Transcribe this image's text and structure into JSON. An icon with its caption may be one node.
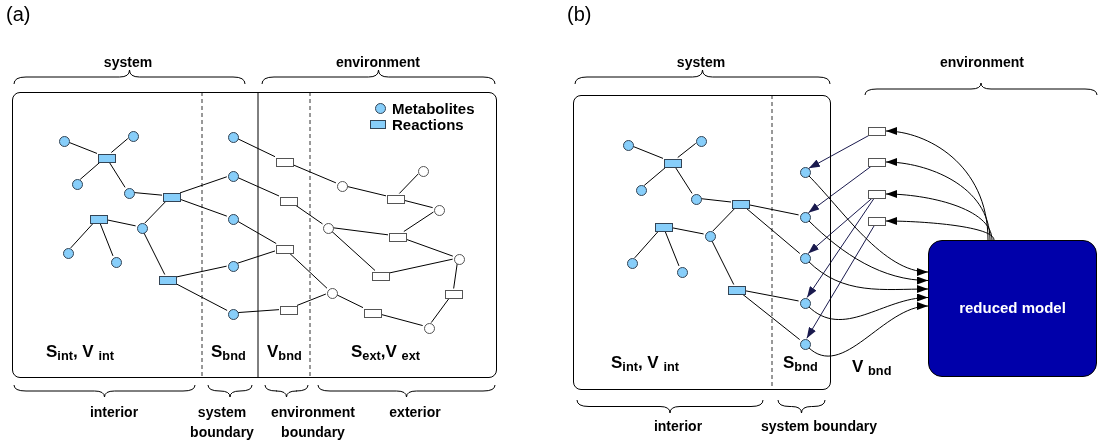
{
  "diagram": {
    "nodes": [
      {
        "text": [
          "S$_{int}$, V $_{int}$",
          "S$_{bnd}$",
          "V$_{bnd}$",
          "S$_{ext}$,V $_{ext}$"
        ]
      },
      {
        "text": [],
        "shape": "circle",
        "in": 0
      },
      {
        "text": [],
        "shape": "circle",
        "in": 0
      },
      {
        "text": [],
        "shape": "circle",
        "in": 0
      },
      {
        "text": [],
        "shape": "circle",
        "in": 0
      },
      {
        "text": [],
        "shape": "circle",
        "in": 0
      },
      {
        "text": [],
        "shape": "circle",
        "in": 0
      },
      {
        "text": [],
        "shape": "circle",
        "in": 0
      },
      {
        "text": [],
        "shape": "box",
        "in": 0
      },
      {
        "text": [],
        "shape": "box",
        "in": 0
      },
      {
        "text": [],
        "shape": "box",
        "in": 0
      },
      {
        "text": [],
        "shape": "box",
        "in": 0
      },
      {
        "text": [],
        "shape": "circle",
        "in": 0
      },
      {
        "text": [],
        "shape": "circle",
        "in": 0
      },
      {
        "text": [],
        "shape": "circle",
        "in": 0
      },
      {
        "text": [],
        "shape": "circle",
        "in": 0
      },
      {
        "text": [],
        "shape": "circle",
        "in": 0
      },
      {
        "text": [],
        "shape": "box",
        "in": 0
      },
      {
        "text": [],
        "shape": "box",
        "in": 0
      },
      {
        "text": [],
        "shape": "box",
        "in": 0
      },
      {
        "text": [],
        "shape": "box",
        "in": 0
      },
      {
        "text": [],
        "shape": "circle",
        "in": 0
      },
      {
        "text": [],
        "shape": "circle",
        "in": 0
      },
      {
        "text": [],
        "shape": "circle",
        "in": 0
      },
      {
        "text": [],
        "shape": "circle",
        "in": 0
      },
      {
        "text": [],
        "shape": "circle",
        "in": 0
      },
      {
        "text": [],
        "shape": "circle",
        "in": 0
      },
      {
        "text": [],
        "shape": "circle",
        "in": 0
      },
      {
        "text": [],
        "shape": "box",
        "in": 0
      },
      {
        "text": [],
        "shape": "box",
        "in": 0
      },
      {
        "text": [],
        "shape": "box",
        "in": 0
      },
      {
        "text": [],
        "shape": "box",
        "in": 0
      },
      {
        "text": [],
        "shape": "box",
        "in": 0
      },
      {
        "text": [
          "S$_{int}$, V $_{int}$",
          "S$_{bnd}$"
        ]
      },
      {
        "text": [],
        "shape": "circle",
        "in": 33
      },
      {
        "text": [],
        "shape": "circle",
        "in": 33
      },
      {
        "text": [],
        "shape": "circle",
        "in": 33
      },
      {
        "text": [],
        "shape": "circle",
        "in": 33
      },
      {
        "text": [],
        "shape": "circle",
        "in": 33
      },
      {
        "text": [],
        "shape": "circle",
        "in": 33
      },
      {
        "text": [],
        "shape": "circle",
        "in": 33
      },
      {
        "text": [],
        "shape": "box",
        "in": 33
      },
      {
        "text": [],
        "shape": "box",
        "in": 33
      },
      {
        "text": [],
        "shape": "box",
        "in": 33
      },
      {
        "text": [],
        "shape": "box",
        "in": 33
      },
      {
        "text": [],
        "shape": "circle",
        "in": 33
      },
      {
        "text": [],
        "shape": "circle",
        "in": 33
      },
      {
        "text": [],
        "shape": "circle",
        "in": 33
      },
      {
        "text": [],
        "shape": "circle",
        "in": 33
      },
      {
        "text": [],
        "shape": "circle",
        "in": 33
      },
      {
        "text": [],
        "shape": "box"
      },
      {
        "text": [],
        "shape": "box"
      },
      {
        "text": [],
        "shape": "box"
      },
      {
        "text": [],
        "shape": "box"
      },
      {
        "text": [
          "reduced model"
        ]
      }
    ],
    "edges": [
      {
        "from": 1,
        "to": 8,
        "arrow": "none"
      },
      {
        "from": 2,
        "to": 8,
        "arrow": "none"
      },
      {
        "from": 3,
        "to": 8,
        "arrow": "none"
      },
      {
        "from": 8,
        "to": 4,
        "arrow": "none"
      },
      {
        "from": 4,
        "to": 9,
        "arrow": "none"
      },
      {
        "from": 9,
        "to": 7,
        "arrow": "none"
      },
      {
        "from": 9,
        "to": 13,
        "arrow": "none"
      },
      {
        "from": 9,
        "to": 14,
        "arrow": "none"
      },
      {
        "from": 10,
        "to": 7,
        "arrow": "none"
      },
      {
        "from": 10,
        "to": 5,
        "arrow": "none"
      },
      {
        "from": 10,
        "to": 6,
        "arrow": "none"
      },
      {
        "from": 7,
        "to": 11,
        "arrow": "none"
      },
      {
        "from": 11,
        "to": 15,
        "arrow": "none"
      },
      {
        "from": 11,
        "to": 16,
        "arrow": "none"
      },
      {
        "from": 12,
        "to": 17,
        "arrow": "none"
      },
      {
        "from": 13,
        "to": 18,
        "arrow": "none"
      },
      {
        "from": 14,
        "to": 19,
        "arrow": "none"
      },
      {
        "from": 15,
        "to": 19,
        "arrow": "none"
      },
      {
        "from": 16,
        "to": 20,
        "arrow": "none"
      },
      {
        "from": 17,
        "to": 21,
        "arrow": "none"
      },
      {
        "from": 21,
        "to": 28,
        "arrow": "none"
      },
      {
        "from": 28,
        "to": 24,
        "arrow": "none"
      },
      {
        "from": 28,
        "to": 25,
        "arrow": "none"
      },
      {
        "from": 18,
        "to": 22,
        "arrow": "none"
      },
      {
        "from": 22,
        "to": 29,
        "arrow": "none"
      },
      {
        "from": 29,
        "to": 25,
        "arrow": "none"
      },
      {
        "from": 29,
        "to": 26,
        "arrow": "none"
      },
      {
        "from": 22,
        "to": 30,
        "arrow": "none"
      },
      {
        "from": 30,
        "to": 26,
        "arrow": "none"
      },
      {
        "from": 26,
        "to": 31,
        "arrow": "none"
      },
      {
        "from": 31,
        "to": 27,
        "arrow": "none"
      },
      {
        "from": 19,
        "to": 23,
        "arrow": "none"
      },
      {
        "from": 20,
        "to": 23,
        "arrow": "none"
      },
      {
        "from": 23,
        "to": 32,
        "arrow": "none"
      },
      {
        "from": 32,
        "to": 27,
        "arrow": "none"
      },
      {
        "from": 34,
        "to": 41,
        "arrow": "none"
      },
      {
        "from": 35,
        "to": 41,
        "arrow": "none"
      },
      {
        "from": 36,
        "to": 41,
        "arrow": "none"
      },
      {
        "from": 41,
        "to": 37,
        "arrow": "none"
      },
      {
        "from": 37,
        "to": 42,
        "arrow": "none"
      },
      {
        "from": 42,
        "to": 40,
        "arrow": "none"
      },
      {
        "from": 42,
        "to": 46,
        "arrow": "none"
      },
      {
        "from": 42,
        "to": 47,
        "arrow": "none"
      },
      {
        "from": 43,
        "to": 40,
        "arrow": "none"
      },
      {
        "from": 43,
        "to": 38,
        "arrow": "none"
      },
      {
        "from": 43,
        "to": 39,
        "arrow": "none"
      },
      {
        "from": 40,
        "to": 44,
        "arrow": "none"
      },
      {
        "from": 44,
        "to": 48,
        "arrow": "none"
      },
      {
        "from": 44,
        "to": 49,
        "arrow": "none"
      },
      {
        "from": 50,
        "to": 45,
        "arrow": "to",
        "color": "#1a1a4e"
      },
      {
        "from": 51,
        "to": 46,
        "arrow": "to",
        "color": "#1a1a4e"
      },
      {
        "from": 52,
        "to": 47,
        "arrow": "to",
        "color": "#1a1a4e"
      },
      {
        "from": 52,
        "to": 48,
        "arrow": "to",
        "color": "#1a1a4e"
      },
      {
        "from": 53,
        "to": 49,
        "arrow": "to",
        "color": "#1a1a4e"
      },
      {
        "from": 45,
        "to": 54,
        "arrow": "to"
      },
      {
        "from": 46,
        "to": 54,
        "arrow": "to"
      },
      {
        "from": 47,
        "to": 54,
        "arrow": "to"
      },
      {
        "from": 48,
        "to": 54,
        "arrow": "to"
      },
      {
        "from": 49,
        "to": 54,
        "arrow": "to"
      },
      {
        "from": 54,
        "to": 50,
        "arrow": "to"
      },
      {
        "from": 54,
        "to": 51,
        "arrow": "to"
      },
      {
        "from": 54,
        "to": 52,
        "arrow": "to"
      },
      {
        "from": 54,
        "to": 53,
        "arrow": "to"
      }
    ],
    "labels": [
      "(a)",
      "system",
      "environment",
      "interior",
      "system boundary",
      "environment boundary",
      "exterior",
      "(b)",
      "system",
      "environment",
      "V $_{bnd}$",
      "interior",
      "system boundary"
    ],
    "legend": [
      {
        "text": "Metabolites",
        "color": "#87cefa"
      },
      {
        "text": "Reactions",
        "color": "#87cefa"
      }
    ]
  }
}
